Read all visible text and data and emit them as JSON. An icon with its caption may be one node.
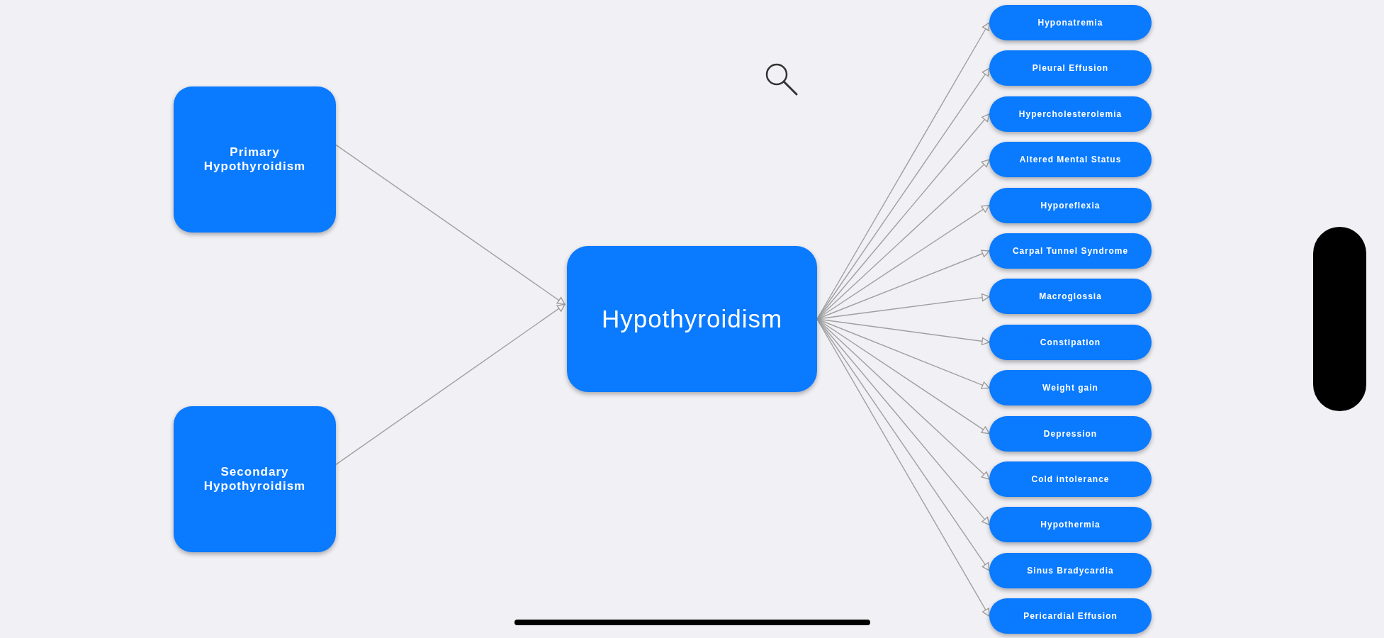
{
  "diagram": {
    "nodes": [
      {
        "text": [
          "Primary Hypothyroidism"
        ]
      },
      {
        "text": [
          "Secondary Hypothyroidism"
        ]
      },
      {
        "text": [
          "Hypothyroidism"
        ]
      },
      {
        "text": [
          "Hyponatremia"
        ]
      },
      {
        "text": [
          "Pleural Effusion"
        ]
      },
      {
        "text": [
          "Hypercholesterolemia"
        ]
      },
      {
        "text": [
          "Altered Mental Status"
        ]
      },
      {
        "text": [
          "Hyporeflexia"
        ]
      },
      {
        "text": [
          "Carpal Tunnel Syndrome"
        ]
      },
      {
        "text": [
          "Macroglossia"
        ]
      },
      {
        "text": [
          "Constipation"
        ]
      },
      {
        "text": [
          "Weight gain"
        ]
      },
      {
        "text": [
          "Depression"
        ]
      },
      {
        "text": [
          "Cold intolerance"
        ]
      },
      {
        "text": [
          "Hypothermia"
        ]
      },
      {
        "text": [
          "Sinus Bradycardia"
        ]
      },
      {
        "text": [
          "Pericardial Effusion"
        ]
      },
      {
        "text": [],
        "shape": "bar"
      }
    ],
    "edges": [
      {
        "from": 0,
        "to": 2,
        "arrow": "to"
      },
      {
        "from": 1,
        "to": 2,
        "arrow": "to"
      },
      {
        "from": 2,
        "to": 3,
        "arrow": "to"
      },
      {
        "from": 2,
        "to": 4,
        "arrow": "to"
      },
      {
        "from": 2,
        "to": 5,
        "arrow": "to"
      },
      {
        "from": 2,
        "to": 6,
        "arrow": "to"
      },
      {
        "from": 2,
        "to": 7,
        "arrow": "to"
      },
      {
        "from": 2,
        "to": 8,
        "arrow": "to"
      },
      {
        "from": 2,
        "to": 9,
        "arrow": "to"
      },
      {
        "from": 2,
        "to": 10,
        "arrow": "to"
      },
      {
        "from": 2,
        "to": 11,
        "arrow": "to"
      },
      {
        "from": 2,
        "to": 12,
        "arrow": "to"
      },
      {
        "from": 2,
        "to": 13,
        "arrow": "to"
      },
      {
        "from": 2,
        "to": 14,
        "arrow": "to"
      },
      {
        "from": 2,
        "to": 15,
        "arrow": "to"
      },
      {
        "from": 2,
        "to": 16,
        "arrow": "to"
      }
    ]
  }
}
